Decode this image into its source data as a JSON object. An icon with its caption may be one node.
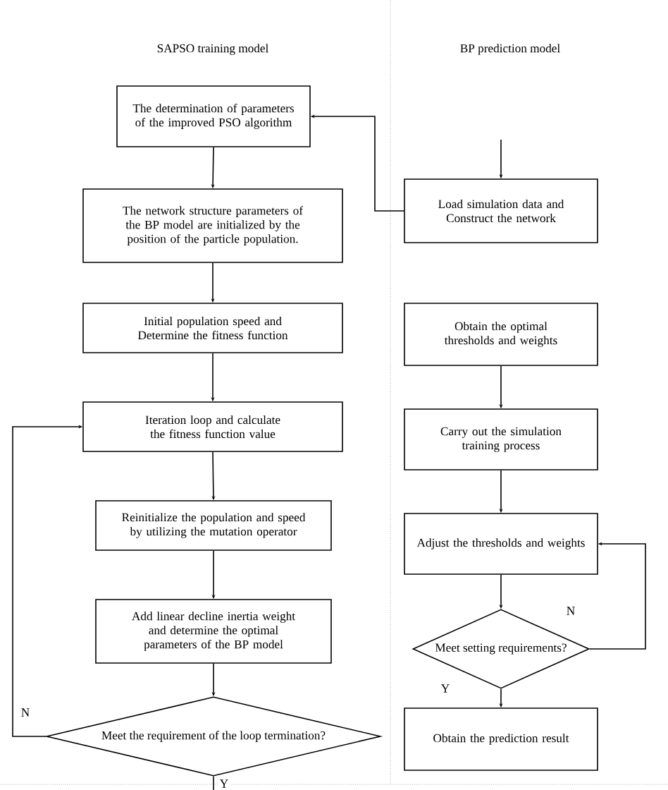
{
  "diagram": {
    "nodes": [
      {
        "text": [
          "The determination of parameters of the improved PSO algorithm"
        ]
      },
      {
        "text": [
          "The network structure parameters of the BP model are initialized by the position of the particle population."
        ]
      },
      {
        "text": [
          "Initial population speed and Determine the fitness function"
        ]
      },
      {
        "text": [
          "Iteration loop and calculate the fitness function value"
        ]
      },
      {
        "text": [
          "Reinitialize the population and speed by utilizing the mutation operator"
        ]
      },
      {
        "text": [
          "Add linear decline inertia weight and determine the optimal parameters of the BP model"
        ]
      },
      {
        "text": [
          "Meet the requirement of the loop termination?"
        ]
      },
      {
        "text": [
          "Load simulation data and Construct the network"
        ]
      },
      {
        "text": [
          "Obtain the optimal thresholds and weights"
        ]
      },
      {
        "text": [
          "Carry out the simulation training process"
        ]
      },
      {
        "text": [
          "Adjust the  thresholds and weights"
        ]
      },
      {
        "text": [
          "Meet setting requirements?"
        ]
      },
      {
        "text": [
          "Obtain the prediction result"
        ]
      }
    ],
    "edges": [
      {
        "from": 0,
        "to": 1,
        "arrow": "to"
      },
      {
        "from": 1,
        "to": 2,
        "arrow": "to"
      },
      {
        "from": 2,
        "to": 3,
        "arrow": "to"
      },
      {
        "from": 3,
        "to": 4,
        "arrow": "to"
      },
      {
        "from": 4,
        "to": 5,
        "arrow": "to"
      },
      {
        "from": 5,
        "to": 6,
        "arrow": "to"
      },
      {
        "from": 6,
        "to": 3,
        "arrow": "to",
        "label": "N"
      },
      {
        "from": 6,
        "to": null,
        "arrow": "none",
        "label": "Y"
      },
      {
        "from": 7,
        "to": 0,
        "arrow": "to"
      },
      {
        "from": null,
        "to": 7,
        "arrow": "to"
      },
      {
        "from": 8,
        "to": 9,
        "arrow": "to"
      },
      {
        "from": 9,
        "to": 10,
        "arrow": "to"
      },
      {
        "from": 10,
        "to": 11,
        "arrow": "to"
      },
      {
        "from": 11,
        "to": 10,
        "arrow": "to",
        "label": "N"
      },
      {
        "from": 11,
        "to": 12,
        "arrow": "to",
        "label": "Y"
      }
    ],
    "labels": [
      "SAPSO training model",
      "BP prediction model"
    ]
  }
}
